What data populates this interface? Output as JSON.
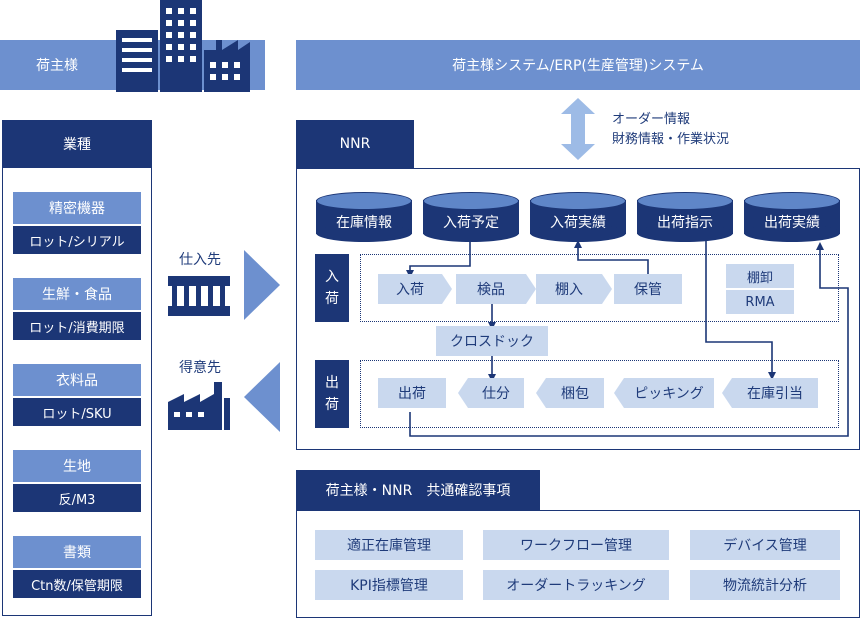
{
  "shipper": {
    "label": "荷主様",
    "system_label": "荷主様システム/ERP(生産管理)システム"
  },
  "exchange": {
    "line1": "オーダー情報",
    "line2": "財務情報・作業状況"
  },
  "industry": {
    "header": "業種",
    "items": [
      {
        "name": "精密機器",
        "detail": "ロット/シリアル"
      },
      {
        "name": "生鮮・食品",
        "detail": "ロット/消費期限"
      },
      {
        "name": "衣料品",
        "detail": "ロット/SKU"
      },
      {
        "name": "生地",
        "detail": "反/M3"
      },
      {
        "name": "書類",
        "detail": "Ctn数/保管期限"
      }
    ]
  },
  "supplier_label": "仕入先",
  "customer_label": "得意先",
  "nnr": {
    "header": "NNR",
    "databases": [
      "在庫情報",
      "入荷予定",
      "入荷実績",
      "出荷指示",
      "出荷実績"
    ],
    "inbound_label": [
      "入",
      "荷"
    ],
    "outbound_label": [
      "出",
      "荷"
    ],
    "inbound_steps": [
      "入荷",
      "検品",
      "棚入",
      "保管"
    ],
    "side_items": [
      "棚卸",
      "RMA"
    ],
    "crossdock": "クロスドック",
    "outbound_steps": [
      "出荷",
      "仕分",
      "梱包",
      "ピッキング",
      "在庫引当"
    ]
  },
  "common": {
    "header": "荷主様・NNR　共通確認事項",
    "items": [
      "適正在庫管理",
      "ワークフロー管理",
      "デバイス管理",
      "KPI指標管理",
      "オーダートラッキング",
      "物流統計分析"
    ]
  },
  "colors": {
    "navy": "#1c3676",
    "light_blue": "#6d90cf",
    "pale_blue": "#c9d8ee"
  }
}
